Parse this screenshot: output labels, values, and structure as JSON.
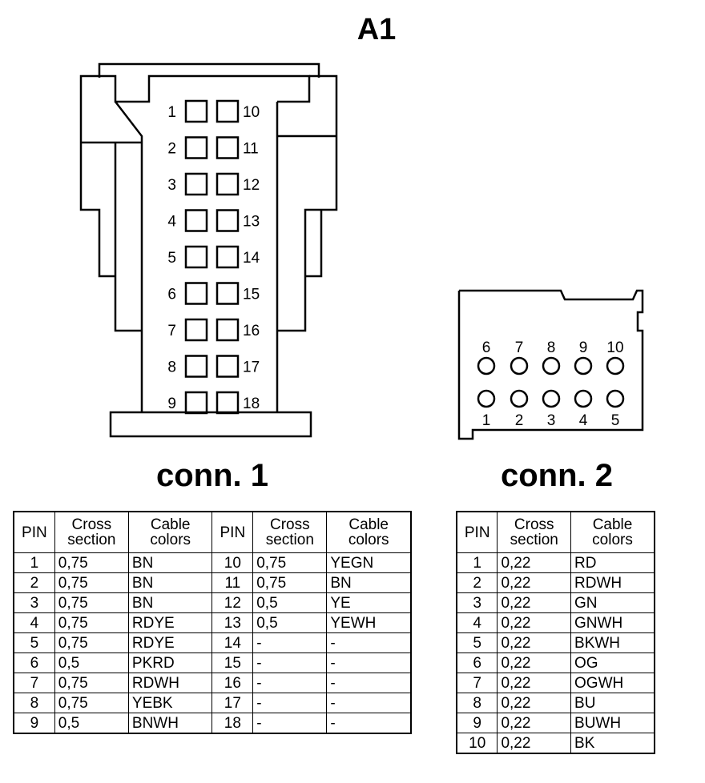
{
  "title": "A1",
  "connector1": {
    "label": "conn. 1",
    "left_pins": [
      "1",
      "2",
      "3",
      "4",
      "5",
      "6",
      "7",
      "8",
      "9"
    ],
    "right_pins": [
      "10",
      "11",
      "12",
      "13",
      "14",
      "15",
      "16",
      "17",
      "18"
    ]
  },
  "connector2": {
    "label": "conn. 2",
    "top_pins": [
      "6",
      "7",
      "8",
      "9",
      "10"
    ],
    "bottom_pins": [
      "1",
      "2",
      "3",
      "4",
      "5"
    ]
  },
  "table1": {
    "headers": [
      "PIN",
      "Cross section",
      "Cable colors",
      "PIN",
      "Cross section",
      "Cable colors"
    ],
    "rows": [
      [
        "1",
        "0,75",
        "BN",
        "10",
        "0,75",
        "YEGN"
      ],
      [
        "2",
        "0,75",
        "BN",
        "11",
        "0,75",
        "BN"
      ],
      [
        "3",
        "0,75",
        "BN",
        "12",
        "0,5",
        "YE"
      ],
      [
        "4",
        "0,75",
        "RDYE",
        "13",
        "0,5",
        "YEWH"
      ],
      [
        "5",
        "0,75",
        "RDYE",
        "14",
        "-",
        "-"
      ],
      [
        "6",
        "0,5",
        "PKRD",
        "15",
        "-",
        "-"
      ],
      [
        "7",
        "0,75",
        "RDWH",
        "16",
        "-",
        "-"
      ],
      [
        "8",
        "0,75",
        "YEBK",
        "17",
        "-",
        "-"
      ],
      [
        "9",
        "0,5",
        "BNWH",
        "18",
        "-",
        "-"
      ]
    ]
  },
  "table2": {
    "headers": [
      "PIN",
      "Cross section",
      "Cable colors"
    ],
    "rows": [
      [
        "1",
        "0,22",
        "RD"
      ],
      [
        "2",
        "0,22",
        "RDWH"
      ],
      [
        "3",
        "0,22",
        "GN"
      ],
      [
        "4",
        "0,22",
        "GNWH"
      ],
      [
        "5",
        "0,22",
        "BKWH"
      ],
      [
        "6",
        "0,22",
        "OG"
      ],
      [
        "7",
        "0,22",
        "OGWH"
      ],
      [
        "8",
        "0,22",
        "BU"
      ],
      [
        "9",
        "0,22",
        "BUWH"
      ],
      [
        "10",
        "0,22",
        "BK"
      ]
    ]
  }
}
